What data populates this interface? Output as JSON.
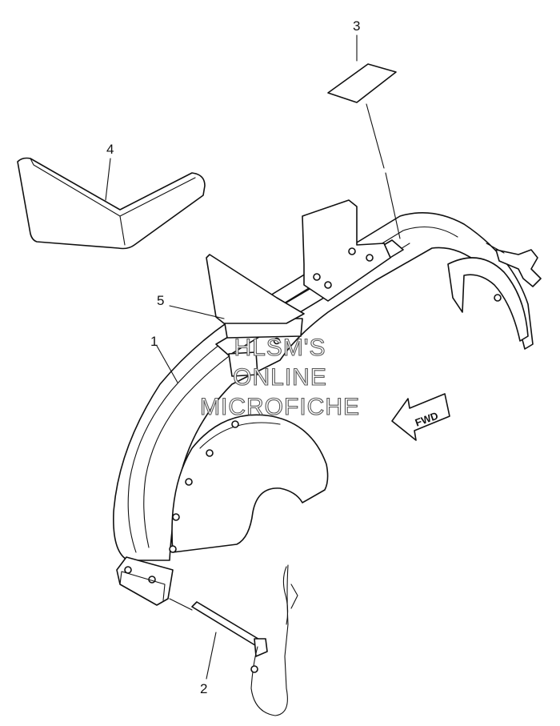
{
  "callouts": {
    "c1": "1",
    "c2": "2",
    "c3": "3",
    "c4": "4",
    "c5": "5"
  },
  "fwd_label": "FWD",
  "watermark": {
    "line1": "HLSM'S",
    "line2": "ONLINE",
    "line3": "MICROFICHE"
  },
  "colors": {
    "line": "#111111",
    "background": "#ffffff",
    "watermark_outline": "#555555"
  }
}
